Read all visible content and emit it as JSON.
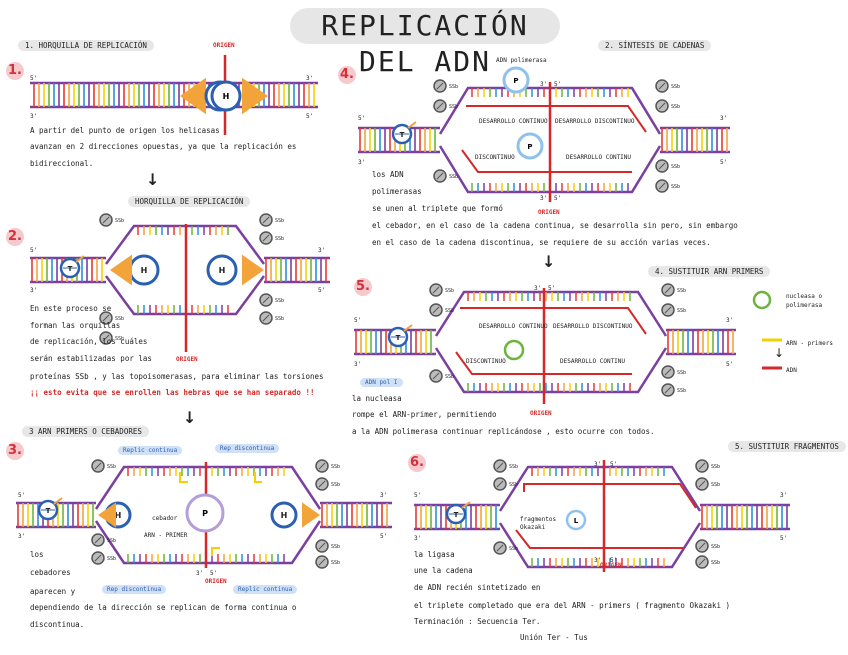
{
  "title": "REPLICACIÓN DEL ADN",
  "sections": {
    "s1": {
      "num": "1.",
      "header": "1. HORQUILLA DE REPLICACIÓN",
      "lines": [
        "A partir del punto de origen los helicasas",
        "avanzan en 2 direcciones opuestas, ya que la replicación es",
        "bidireccional."
      ]
    },
    "s2": {
      "num": "2.",
      "header": "HORQUILLA DE REPLICACIÓN",
      "lines": [
        "En este proceso se",
        "forman las orquillas",
        "de replicación, los cuáles",
        "serán estabilizadas por las",
        "proteínas SSb , y las topoisomerasas, para eliminar las torsiones"
      ],
      "warning": "¡¡ esto evita que se enrollen las hebras que se han separado !!"
    },
    "s3": {
      "num": "3.",
      "header": "3 ARN PRIMERS O CEBADORES",
      "lines_left": [
        "los",
        "cebadores",
        "aparecen y"
      ],
      "lines_bottom": [
        "dependiendo de la dirección se replican de forma continua o",
        "discontinua."
      ],
      "cebador": "cebador",
      "arn_primer": "ARN - PRIMER"
    },
    "s4": {
      "num": "4.",
      "header": "2. SÍNTESIS DE CADENAS",
      "pol_label": "ADN polimerasa",
      "lines_left": [
        "los ADN",
        "polimerasas"
      ],
      "lines": [
        "se unen al triplete que formó",
        "el cebador, en el caso de la cadena continua, se desarrolla sin pero, sin embargo",
        "en el caso de la cadena discontinua, se requiere de su acción varias veces."
      ],
      "cont": "DESARROLLO CONTINUO",
      "discont": "DESARROLLO DISCONTINUO",
      "discont_s": "DISCONTINUO",
      "cont_s": "DESARROLLO CONTINU"
    },
    "s5": {
      "num": "5.",
      "header": "4. SUSTITUIR ARN PRIMERS",
      "lines": [
        "la nucleasa",
        "rompe el ARN-primer, permitiendo",
        "a la ADN polimerasa continuar replicándose , esto ocurre con todos."
      ],
      "adn_pol": "ADN pol I",
      "legend_pol": "nucleasa o polimerasa",
      "legend_primer": "ARN - primers",
      "legend_arn": "ADN"
    },
    "s6": {
      "num": "6.",
      "header": "5. SUSTITUIR FRAGMENTOS",
      "frag": "fragmentos Okazaki",
      "lines_left": [
        "la ligasa",
        "une la cadena",
        "de ADN recién sintetizado en"
      ],
      "lines": [
        "el triplete completado que era del ARN - primers ( fragmento Okazaki )",
        "Terminación : Secuencia Ter.",
        "Unión Ter - Tus"
      ]
    }
  },
  "labels": {
    "origen": "ORIGEN",
    "ssb": "SSb",
    "helicase": "H",
    "topo": "T",
    "primase": "P",
    "ligase": "L",
    "five": "5'",
    "three": "3'",
    "tag_cont": "Replic continua",
    "tag_disc": "Rep discontinua"
  },
  "colors": {
    "purple": "#7b3fa0",
    "orange": "#f2a33a",
    "blue": "#2b5fb3",
    "red": "#d62828",
    "yellow": "#f5d000",
    "green": "#6cb33f"
  }
}
